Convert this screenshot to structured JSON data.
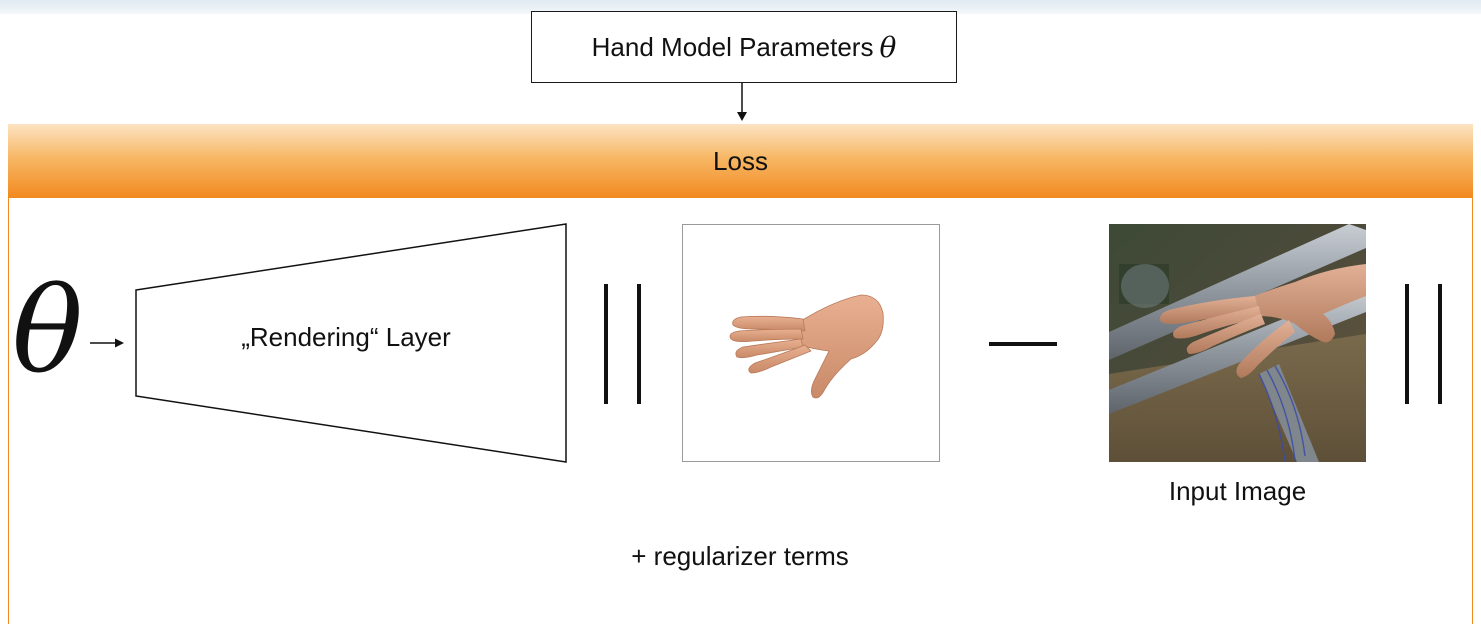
{
  "params": {
    "label": "Hand Model Parameters",
    "symbol": "θ"
  },
  "loss": {
    "header": "Loss"
  },
  "pipeline": {
    "input_symbol": "θ",
    "render_layer_label": "„Rendering“ Layer",
    "input_image_caption": "Input Image",
    "regularizer_text": "+ regularizer terms"
  },
  "colors": {
    "loss_header_top": "#fce3c2",
    "loss_header_bottom": "#f2891f",
    "loss_border": "#f08c1e",
    "skin": "#d99c7a"
  },
  "icons": {
    "rendered_hand": "rendered-hand-icon",
    "input_photo": "hand-photo-icon"
  }
}
